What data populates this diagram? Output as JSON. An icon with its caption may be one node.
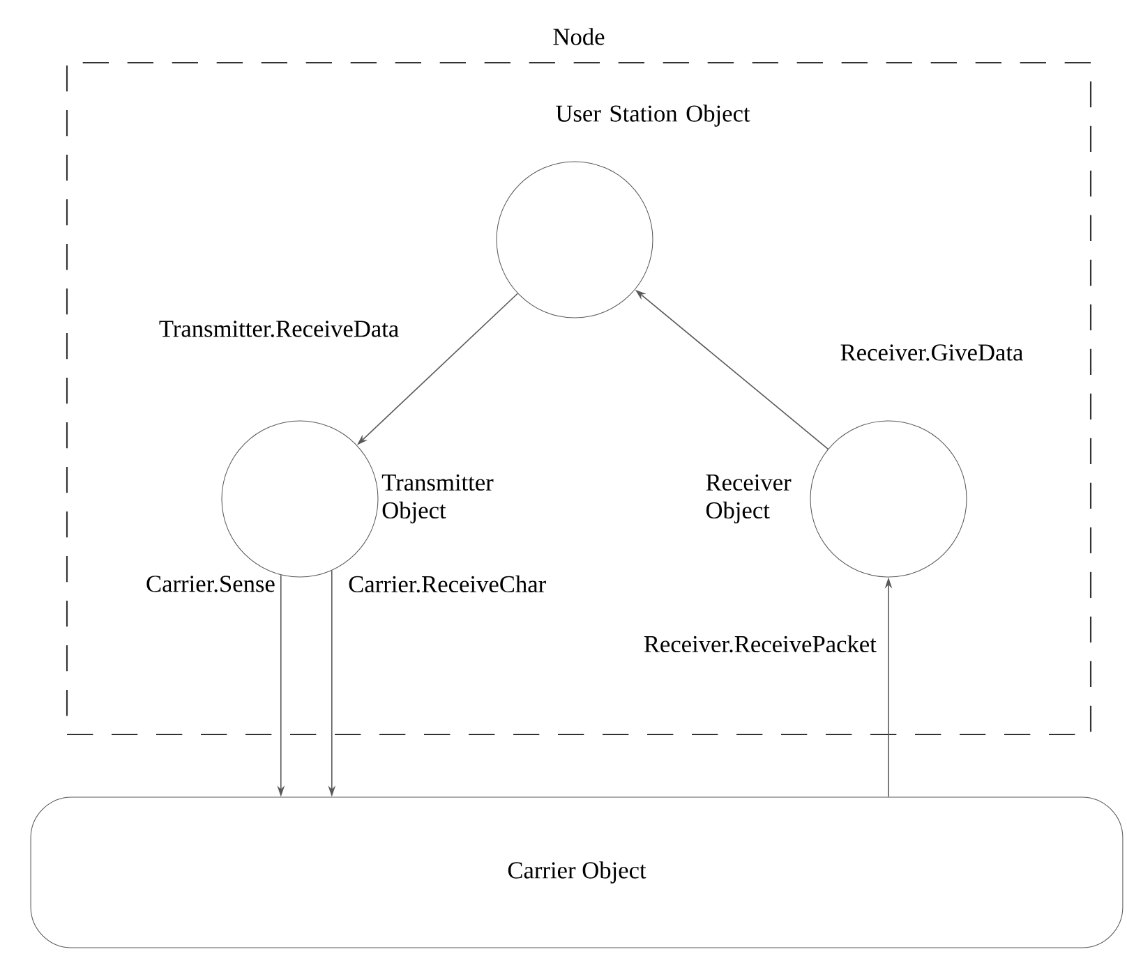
{
  "diagram": {
    "nodes": [
      {
        "text": [
          "Node"
        ]
      },
      {
        "text": [],
        "shape": "circle",
        "beside": [
          "User Station Object"
        ],
        "in": 0
      },
      {
        "text": [],
        "shape": "circle",
        "beside": [
          "Transmitter Object"
        ],
        "in": 0
      },
      {
        "text": [],
        "shape": "circle",
        "beside": [
          "Receiver Object"
        ],
        "in": 0
      },
      {
        "text": [
          "Carrier Object"
        ]
      }
    ],
    "edges": [
      {
        "from": 1,
        "to": 2,
        "arrow": "to",
        "label": "Transmitter.ReceiveData"
      },
      {
        "from": 3,
        "to": 1,
        "arrow": "to",
        "label": "Receiver.GiveData"
      },
      {
        "from": 2,
        "to": 4,
        "arrow": "to",
        "label": "Carrier.Sense"
      },
      {
        "from": 2,
        "to": 4,
        "arrow": "to",
        "label": "Carrier.ReceiveChar"
      },
      {
        "from": 4,
        "to": 3,
        "arrow": "to",
        "label": "Receiver.ReceivePacket"
      }
    ]
  }
}
